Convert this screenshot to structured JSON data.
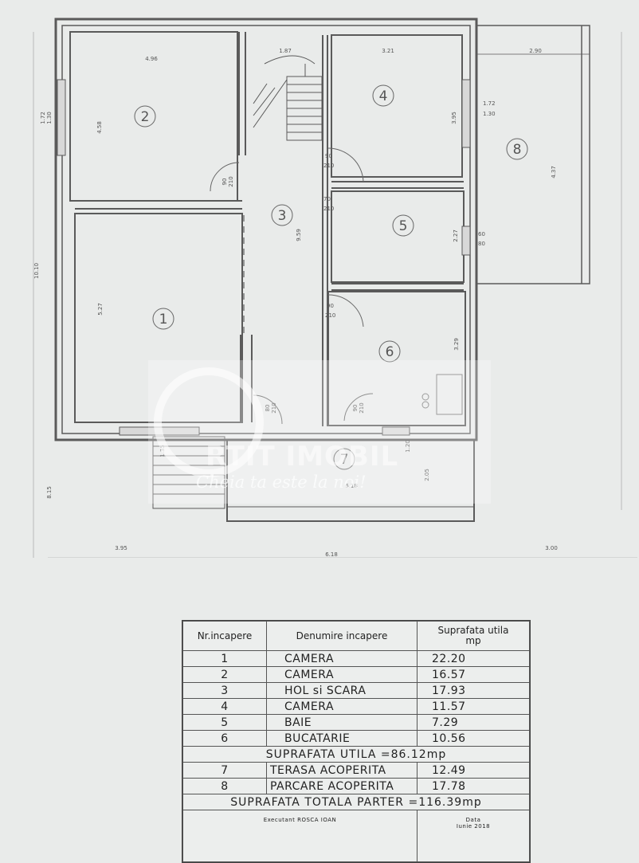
{
  "plan": {
    "rooms": [
      "1",
      "2",
      "3",
      "4",
      "5",
      "6",
      "7",
      "8"
    ],
    "dims": {
      "d_4_96": "4.96",
      "d_1_87": "1.87",
      "d_3_21": "3.21",
      "d_2_90": "2.90",
      "d_4_58": "4.58",
      "d_3_95a": "3.95",
      "d_4_37": "4.37",
      "d_9_59": "9.59",
      "d_5_27": "5.27",
      "d_2_27": "2.27",
      "d_3_29": "3.29",
      "d_10_10": "10.10",
      "d_1_72a": "1.72",
      "d_1_30a": "1.30",
      "d_1_72b": "1.72",
      "d_1_30b": "1.30",
      "d_90_210a": "90",
      "d_210a": "210",
      "d_70_210": "70",
      "d_210b": "210",
      "d_90_210c": "90",
      "d_210c": "210",
      "d_90_210d": "90",
      "d_210d": "210",
      "d_80_210": "80",
      "d_210e": "210",
      "d_90_210f": "90",
      "d_210f": "210",
      "d_60": "60",
      "d_80": "80",
      "d_1_35": "1.35",
      "d_1_20": "1.20",
      "d_2_05": "2.05",
      "d_6_18a": "6.18",
      "d_8_15": "8.15",
      "d_3_95b": "3.95",
      "d_6_18b": "6.18",
      "d_3_00": "3.00"
    },
    "watermark": {
      "brand": "RTIT IMOBIL",
      "slogan": "Cheia ta este la noi!"
    }
  },
  "table": {
    "headers": {
      "nr": "Nr.incapere",
      "name": "Denumire incapere",
      "area_line1": "Suprafata utila",
      "area_line2": "mp"
    },
    "rows_a": [
      {
        "nr": "1",
        "name": "CAMERA",
        "area": "22.20"
      },
      {
        "nr": "2",
        "name": "CAMERA",
        "area": "16.57"
      },
      {
        "nr": "3",
        "name": "HOL si SCARA",
        "area": "17.93"
      },
      {
        "nr": "4",
        "name": "CAMERA",
        "area": "11.57"
      },
      {
        "nr": "5",
        "name": "BAIE",
        "area": "7.29"
      },
      {
        "nr": "6",
        "name": "BUCATARIE",
        "area": "10.56"
      }
    ],
    "subtotal": "SUPRAFATA UTILA =86.12mp",
    "rows_b": [
      {
        "nr": "7",
        "name": "TERASA ACOPERITA",
        "area": "12.49"
      },
      {
        "nr": "8",
        "name": "PARCARE ACOPERITA",
        "area": "17.78"
      }
    ],
    "total": "SUPRAFATA TOTALA PARTER =116.39mp",
    "executant": "Executant ROSCA IOAN",
    "date_label": "Data",
    "date_value": "Iunie 2018"
  }
}
